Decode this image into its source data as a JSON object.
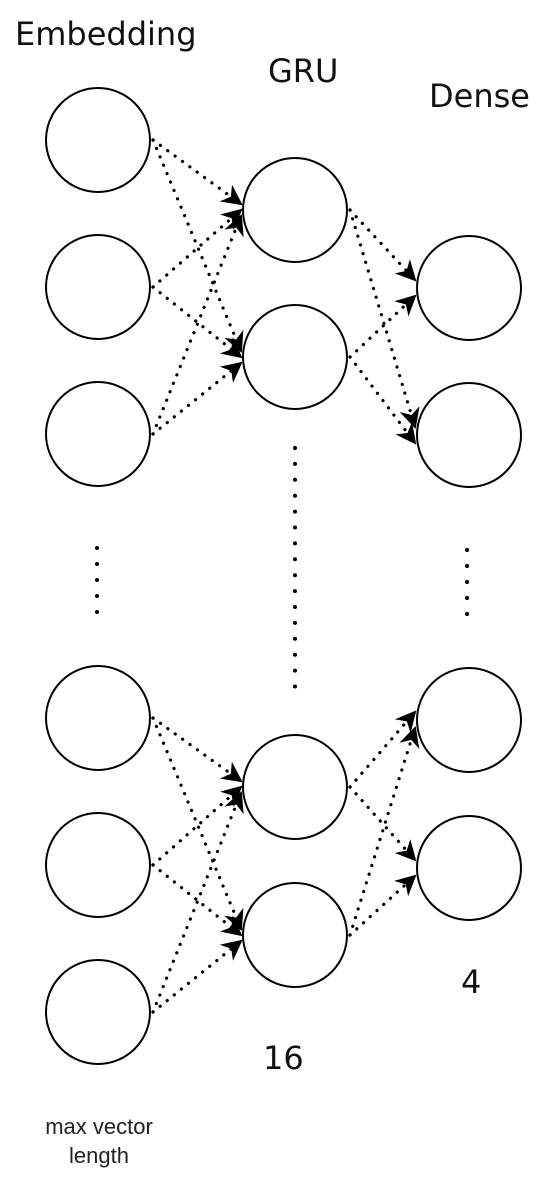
{
  "layers": {
    "embedding": {
      "title": "Embedding",
      "caption_line1": "max vector",
      "caption_line2": "length"
    },
    "gru": {
      "title": "GRU",
      "size": "16"
    },
    "dense": {
      "title": "Dense",
      "size": "4"
    }
  },
  "colors": {
    "stroke": "#000000",
    "text": "#111111",
    "background": "#ffffff"
  }
}
